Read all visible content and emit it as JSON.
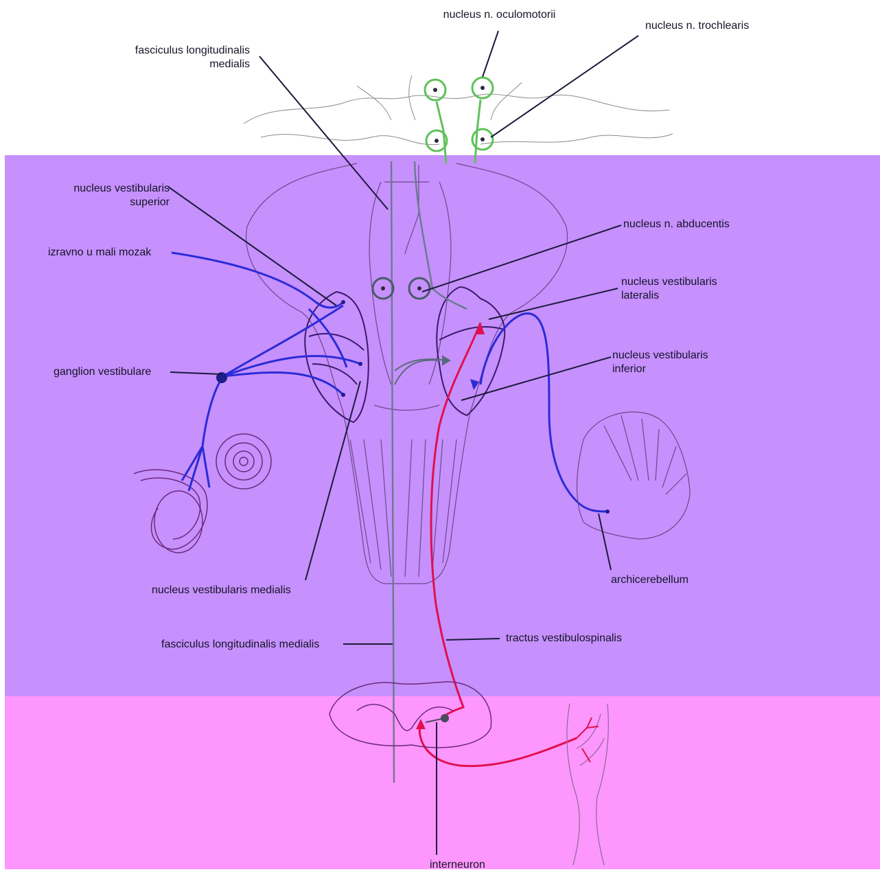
{
  "colors": {
    "band_purple": "#c690fd",
    "band_pink": "#fd96fd",
    "line_dark": "#1a1a3a",
    "tract_blue": "#2b2bd6",
    "tract_red": "#e0104f",
    "tract_green": "#5ec25a",
    "tract_gray": "#6a7a8e",
    "outline": "#7a5a8c"
  },
  "labels": {
    "oculomotor": "nucleus n. oculomotorii",
    "trochlear": "nucleus n. trochlearis",
    "mlf_top_1": "fasciculus longitudinalis",
    "mlf_top_2": "medialis",
    "vest_sup_1": "nucleus vestibularis",
    "vest_sup_2": "superior",
    "direct_cerebellum": "izravno u mali mozak",
    "abducens": "nucleus n. abducentis",
    "vest_lat_1": "nucleus vestibularis",
    "vest_lat_2": "lateralis",
    "ganglion": "ganglion vestibulare",
    "vest_inf_1": "nucleus vestibularis",
    "vest_inf_2": "inferior",
    "vest_med": "nucleus vestibularis medialis",
    "archicerebellum": "archicerebellum",
    "mlf_bottom": "fasciculus longitudinalis medialis",
    "vestibulospinal": "tractus vestibulospinalis",
    "interneuron": "interneuron"
  }
}
